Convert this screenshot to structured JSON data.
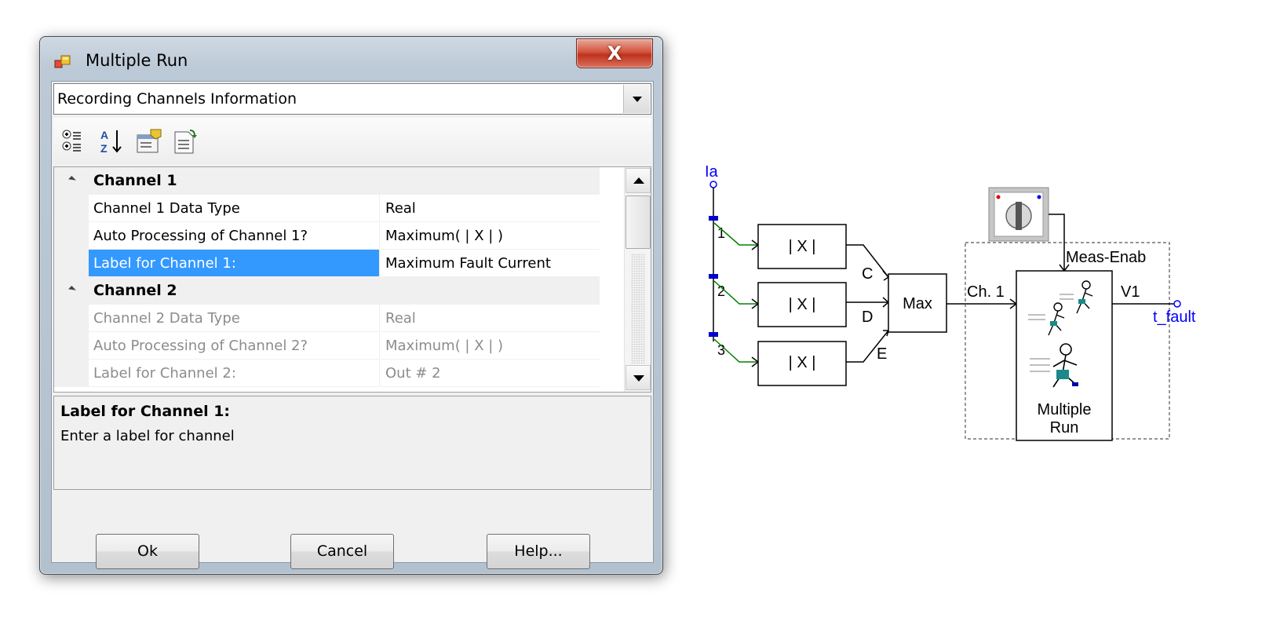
{
  "dialog": {
    "title": "Multiple Run",
    "close_label": "X",
    "section_dropdown": {
      "selected": "Recording Channels Information"
    },
    "toolbar_icons": [
      "categorized-icon",
      "alphabetical-sort-icon",
      "property-pages-icon",
      "events-icon"
    ],
    "property_grid": {
      "categories": [
        {
          "label": "Channel 1",
          "properties": [
            {
              "name": "Channel 1 Data Type",
              "value": "Real"
            },
            {
              "name": "Auto Processing of Channel 1?",
              "value": "Maximum( | X | )"
            },
            {
              "name": "Label for Channel 1:",
              "value": "Maximum Fault Current"
            }
          ]
        },
        {
          "label": "Channel 2",
          "properties": [
            {
              "name": "Channel 2 Data Type",
              "value": "Real"
            },
            {
              "name": "Auto Processing of Channel 2?",
              "value": "Maximum( | X | )"
            },
            {
              "name": "Label for Channel 2:",
              "value": "Out # 2"
            }
          ]
        }
      ],
      "selected_property": "Label for Channel 1:"
    },
    "description": {
      "title": "Label for Channel 1:",
      "text": "Enter a label for channel"
    },
    "buttons": {
      "ok": "Ok",
      "cancel": "Cancel",
      "help": "Help..."
    }
  },
  "diagram": {
    "input_label": "Ia",
    "input_numbers": [
      "1",
      "2",
      "3"
    ],
    "abs_label": "| X |",
    "max_inputs": [
      "C",
      "D",
      "E"
    ],
    "max_label": "Max",
    "channel_label": "Ch. 1",
    "enable_label": "Meas-Enab",
    "output_pin_label": "V1",
    "output_label": "t_fault",
    "block_label_line1": "Multiple",
    "block_label_line2": "Run",
    "colors": {
      "wire": "#000000",
      "signal_pin": "#0000cc",
      "input_tap": "#008000",
      "label_blue": "#0000ff"
    }
  }
}
